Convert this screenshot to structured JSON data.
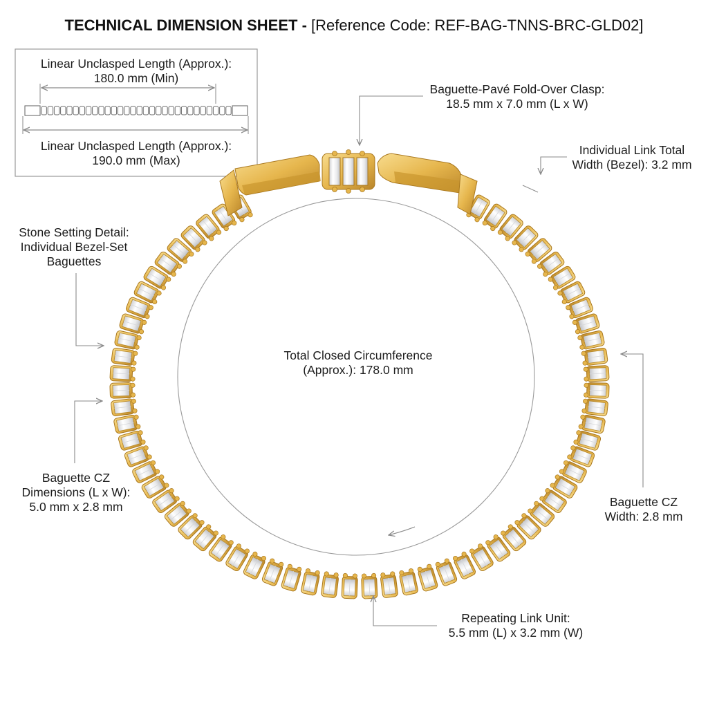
{
  "title": {
    "bold": "TECHNICAL DIMENSION SHEET -",
    "ref": "[Reference Code: REF-BAG-TNNS-BRC-GLD02]"
  },
  "length_box": {
    "min_line1": "Linear Unclasped Length (Approx.):",
    "min_line2": "180.0 mm (Min)",
    "max_line1": "Linear Unclasped Length (Approx.):",
    "max_line2": "190.0 mm (Max)"
  },
  "callouts": {
    "clasp_line1": "Baguette-Pavé Fold-Over Clasp:",
    "clasp_line2": "18.5 mm x 7.0 mm (L x W)",
    "link_width_line1": "Individual Link Total",
    "link_width_line2": "Width (Bezel): 3.2 mm",
    "stone_line1": "Stone Setting Detail:",
    "stone_line2": "Individual Bezel-Set",
    "stone_line3": "Baguettes",
    "circ_line1": "Total Closed Circumference",
    "circ_line2": "(Approx.): 178.0 mm",
    "cz_dim_line1": "Baguette CZ",
    "cz_dim_line2": "Dimensions (L x W):",
    "cz_dim_line3": "5.0 mm x 2.8 mm",
    "cz_w_line1": "Baguette CZ",
    "cz_w_line2": "Width: 2.8 mm",
    "unit_line1": "Repeating Link Unit:",
    "unit_line2": "5.5 mm (L) x 3.2 mm (W)"
  },
  "colors": {
    "gold": "#e6b64d",
    "gold_dark": "#b9852a",
    "gold_light": "#f8dc8e",
    "stone": "#f2f2f3",
    "stone_shade": "#c9cacd",
    "leader": "#8a8a8a"
  }
}
